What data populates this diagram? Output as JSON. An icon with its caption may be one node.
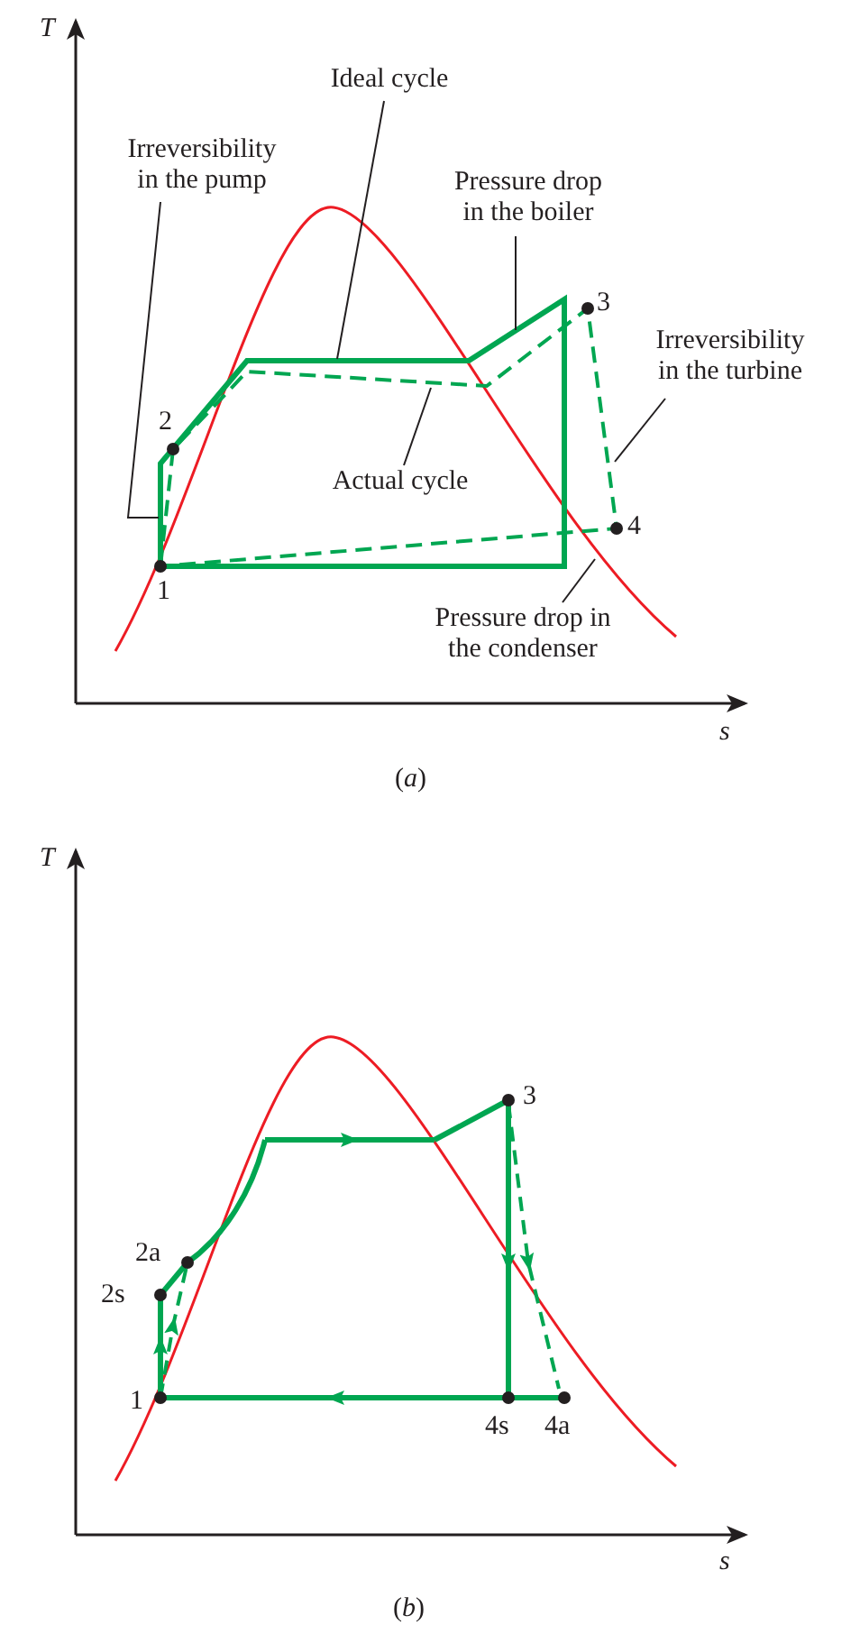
{
  "diagram": {
    "nodes": [
      {
        "text": [
          "Ideal cycle"
        ]
      },
      {
        "text": [
          "Irreversibility in the pump"
        ]
      },
      {
        "text": [
          "Pressure drop in the boiler"
        ]
      },
      {
        "text": [
          "Irreversibility in the turbine"
        ]
      },
      {
        "text": [
          "Actual cycle"
        ]
      },
      {
        "text": [
          "Pressure drop in the condenser"
        ]
      }
    ],
    "edges": [
      {
        "from": 0,
        "to": null,
        "arrow": "none"
      },
      {
        "from": 1,
        "to": null,
        "arrow": "none"
      },
      {
        "from": 2,
        "to": null,
        "arrow": "none"
      },
      {
        "from": 3,
        "to": null,
        "arrow": "none"
      },
      {
        "from": 4,
        "to": null,
        "arrow": "none"
      },
      {
        "from": 5,
        "to": null,
        "arrow": "none"
      }
    ],
    "labels": [
      "T",
      "2",
      "3",
      "4",
      "1",
      "s",
      "(*a*)",
      "T",
      "3",
      "2a",
      "2s",
      "1",
      "4s",
      "4a",
      "s",
      "(*b*)"
    ]
  }
}
